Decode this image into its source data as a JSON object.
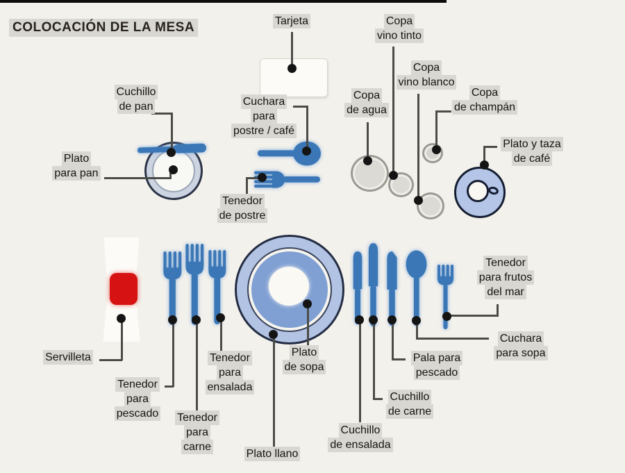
{
  "title": "COLOCACIÓN DE LA MESA",
  "labels": {
    "tarjeta": [
      "Tarjeta"
    ],
    "copa_vino_tinto": [
      "Copa",
      "vino tinto"
    ],
    "copa_vino_blanco": [
      "Copa",
      "vino blanco"
    ],
    "copa_de_agua": [
      "Copa",
      "de agua"
    ],
    "copa_de_champan": [
      "Copa",
      "de champán"
    ],
    "plato_y_taza": [
      "Plato y taza",
      "de café"
    ],
    "cuchillo_de_pan": [
      "Cuchillo",
      "de pan"
    ],
    "plato_para_pan": [
      "Plato",
      "para pan"
    ],
    "cuchara_postre": [
      "Cuchara",
      "para",
      "postre / café"
    ],
    "tenedor_de_postre": [
      "Tenedor",
      "de postre"
    ],
    "servilleta": [
      "Servilleta"
    ],
    "tenedor_pescado": [
      "Tenedor",
      "para",
      "pescado"
    ],
    "tenedor_carne": [
      "Tenedor",
      "para",
      "carne"
    ],
    "tenedor_ensalada": [
      "Tenedor",
      "para",
      "ensalada"
    ],
    "plato_de_sopa": [
      "Plato",
      "de sopa"
    ],
    "plato_llano": [
      "Plato llano"
    ],
    "cuchillo_ensalada": [
      "Cuchillo",
      "de ensalada"
    ],
    "cuchillo_carne": [
      "Cuchillo",
      "de carne"
    ],
    "pala_pescado": [
      "Pala para",
      "pescado"
    ],
    "cuchara_sopa": [
      "Cuchara",
      "para sopa"
    ],
    "tenedor_frutos": [
      "Tenedor",
      "para frutos",
      "del mar"
    ]
  },
  "colors": {
    "background": "#f3f1ec",
    "label_bg": "#d9d7d2",
    "line": "#4b4b47",
    "cutlery_blue": "#3b77b6",
    "napkin_ring_red": "#d61212",
    "plate_blue_light": "#b2c3e3",
    "plate_blue_medium": "#80a0d3",
    "glass_gray": "#dcdad4"
  }
}
